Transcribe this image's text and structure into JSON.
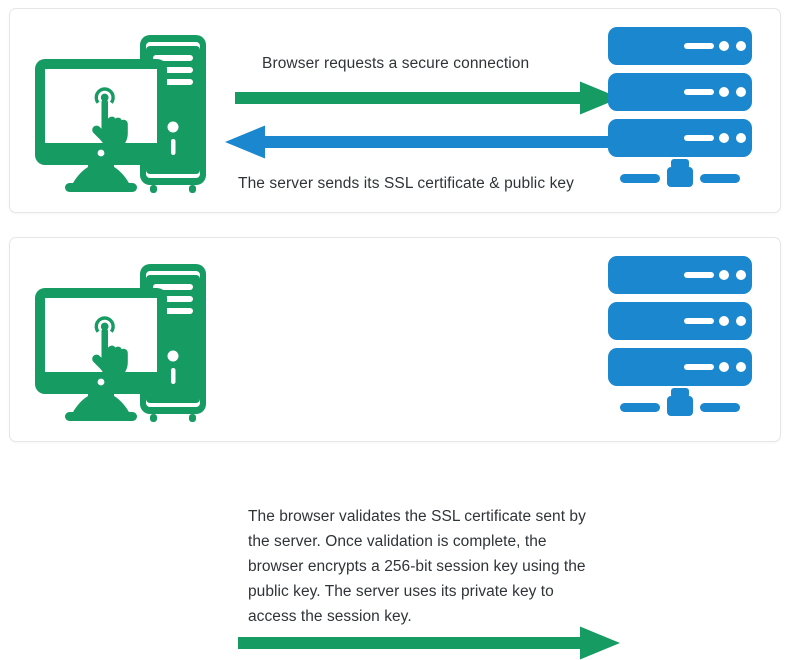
{
  "diagram": {
    "title": "SSL/TLS handshake illustration",
    "colors": {
      "client_green": "#169b62",
      "server_blue": "#1b87ce",
      "text": "#2f3437",
      "panel_border": "#e6e6e6",
      "background": "#ffffff"
    },
    "panels": [
      {
        "id": "panel-request-response",
        "client_icon": "desktop-computer-icon",
        "server_icon": "server-stack-icon",
        "captions": {
          "top": "Browser requests a secure connection",
          "bottom": "The server sends its SSL certificate & public key"
        },
        "arrows": [
          {
            "id": "arrow-browser-to-server",
            "name": "request-arrow",
            "direction": "right",
            "color": "#169b62"
          },
          {
            "id": "arrow-server-to-browser",
            "name": "response-arrow",
            "direction": "left",
            "color": "#1b87ce"
          }
        ]
      },
      {
        "id": "panel-validation",
        "client_icon": "desktop-computer-icon",
        "server_icon": "server-stack-icon",
        "paragraph": "The browser validates the SSL certificate sent by the server. Once validation is complete, the browser encrypts a 256-bit session key using the public key. The server uses its private key to access the session key.",
        "arrows": [
          {
            "id": "arrow-session-key",
            "name": "session-key-arrow",
            "direction": "right",
            "color": "#169b62"
          }
        ]
      }
    ]
  }
}
